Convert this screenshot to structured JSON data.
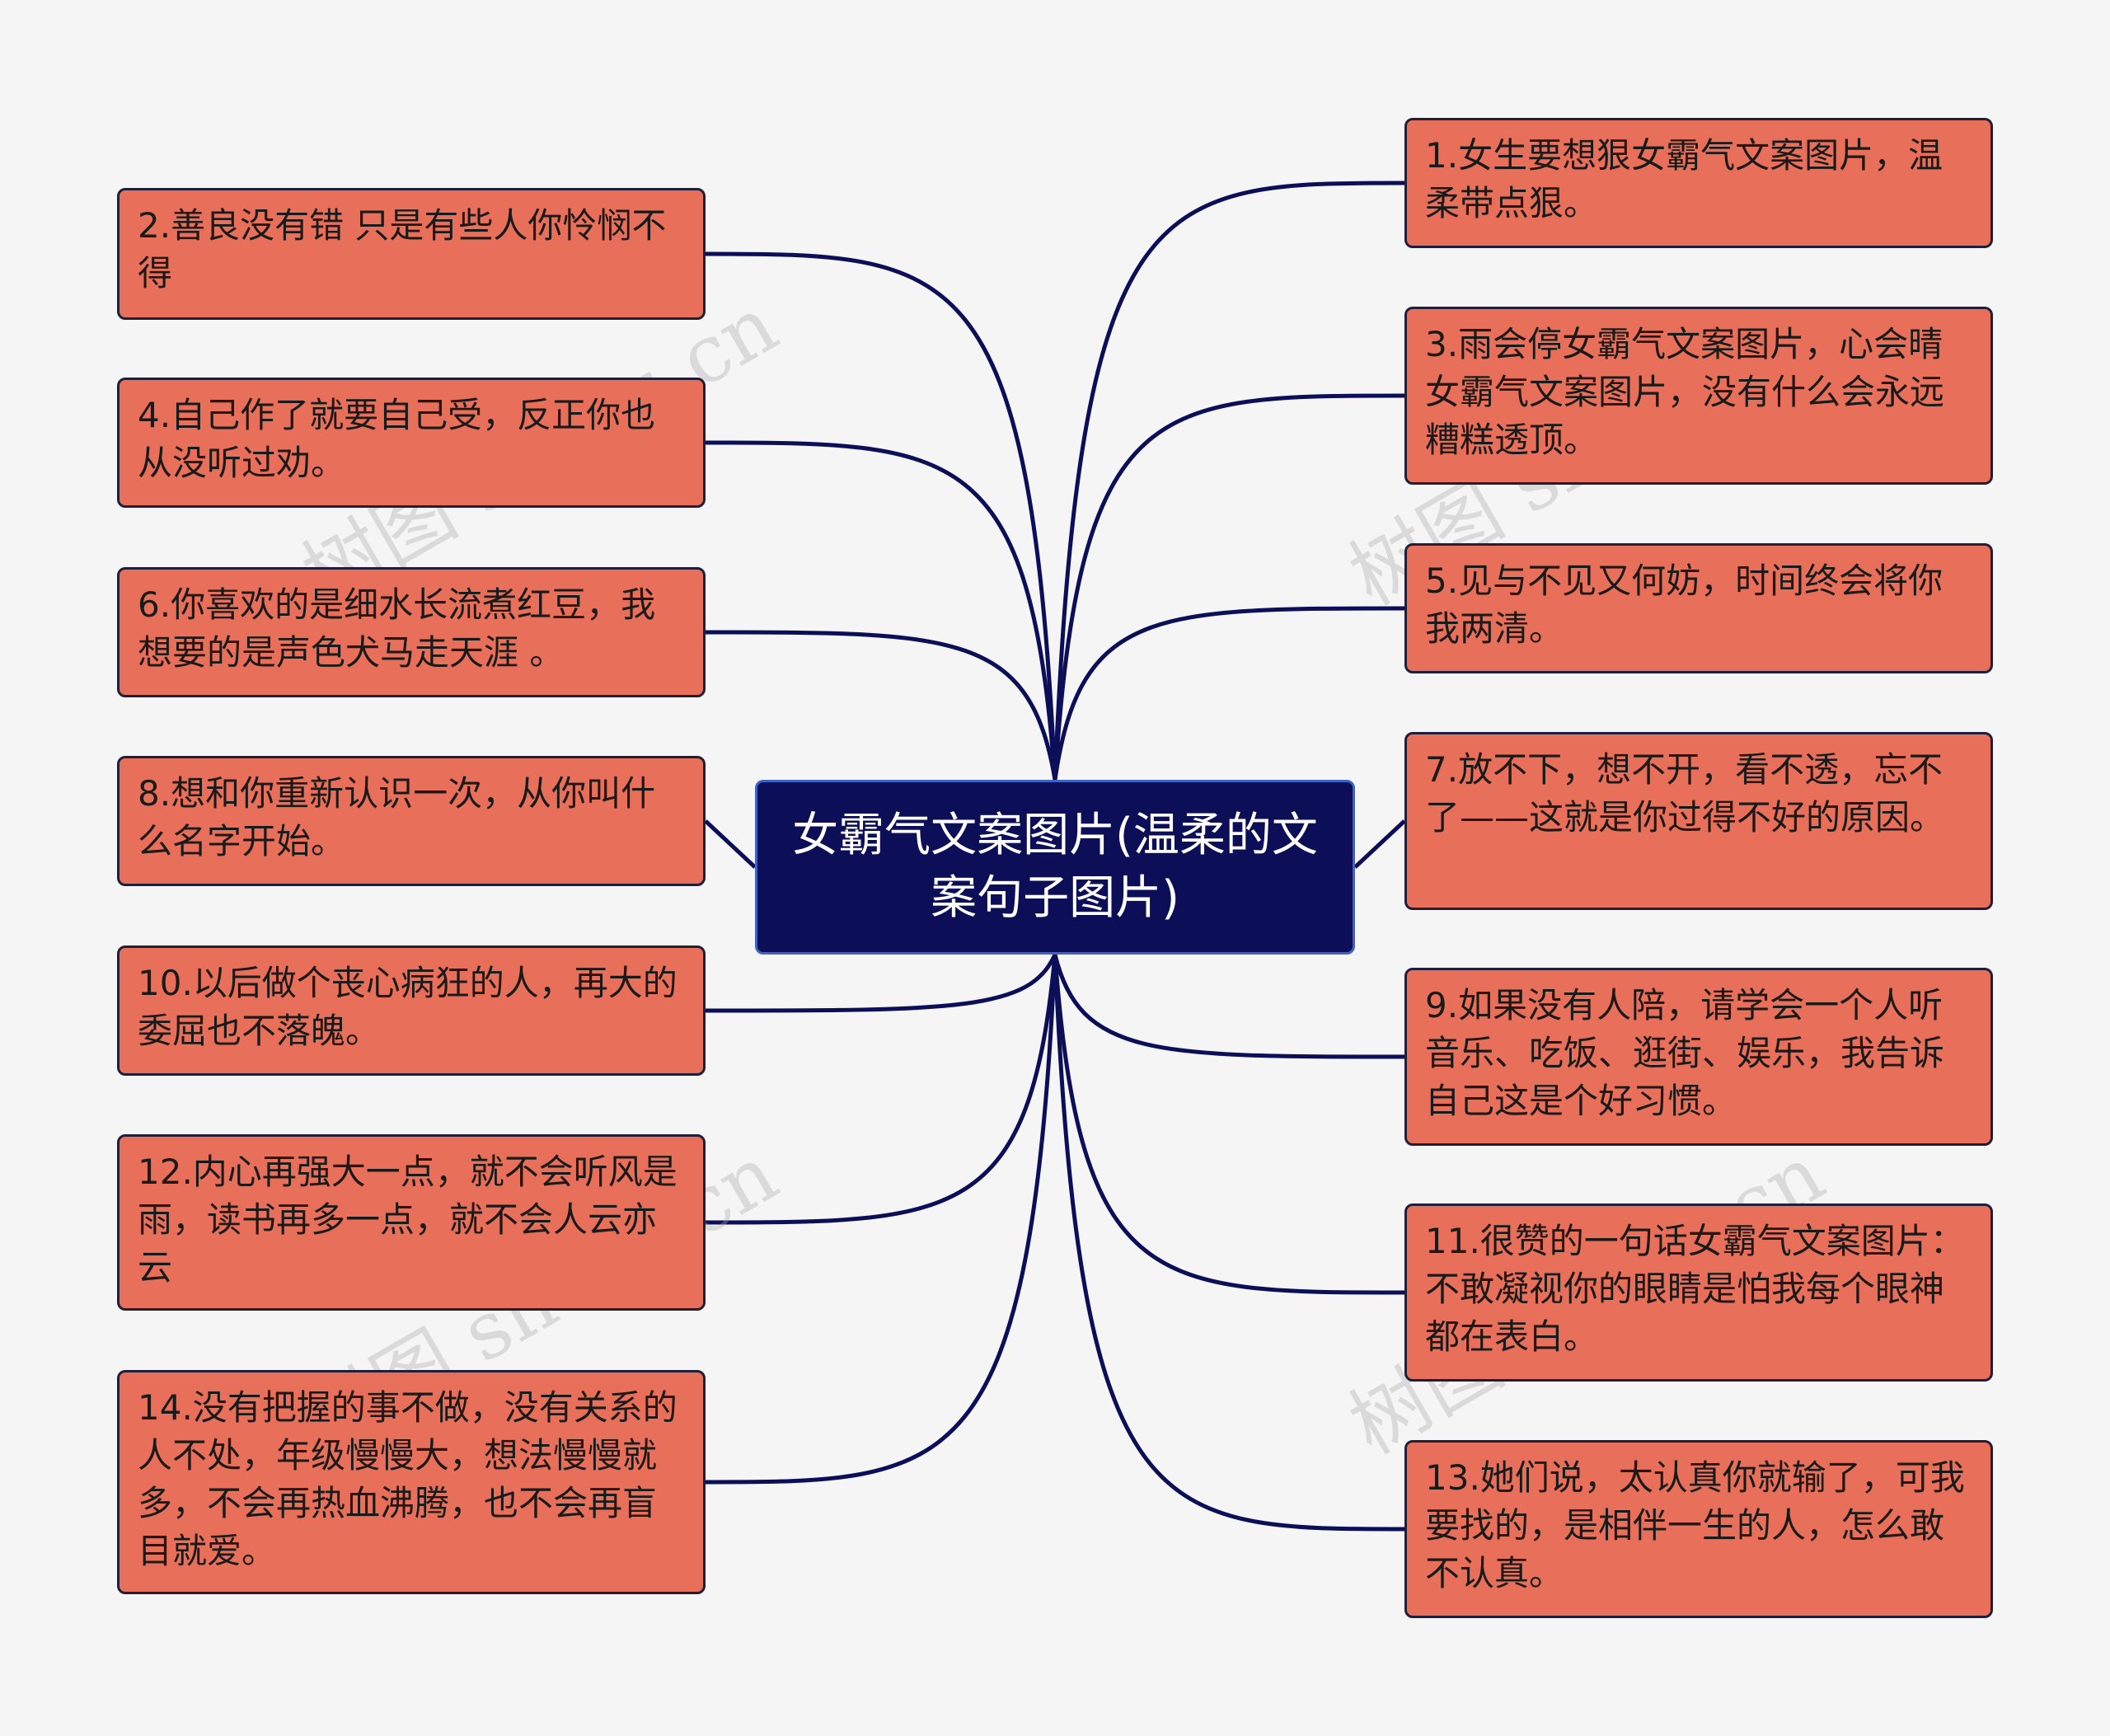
{
  "center": {
    "title": "女霸气文案图片(温柔的文案句子图片)"
  },
  "left_nodes": [
    "2.善良没有错 只是有些人你怜悯不得",
    "4.自己作了就要自己受，反正你也从没听过劝。",
    "6.你喜欢的是细水长流煮红豆，我想要的是声色犬马走天涯 。",
    "8.想和你重新认识一次，从你叫什么名字开始。",
    "10.以后做个丧心病狂的人，再大的委屈也不落魄。",
    "12.内心再强大一点，就不会听风是雨，读书再多一点，就不会人云亦云",
    "14.没有把握的事不做，没有关系的人不处，年级慢慢大，想法慢慢就多，不会再热血沸腾，也不会再盲目就爱。"
  ],
  "right_nodes": [
    "1.女生要想狠女霸气文案图片，温柔带点狠。",
    "3.雨会停女霸气文案图片，心会晴女霸气文案图片，没有什么会永远糟糕透顶。",
    "5.见与不见又何妨，时间终会将你我两清。",
    "7.放不下，想不开，看不透，忘不了——这就是你过得不好的原因。",
    "9.如果没有人陪，请学会一个人听音乐、吃饭、逛街、娱乐，我告诉自己这是个好习惯。",
    "11.很赞的一句话女霸气文案图片：不敢凝视你的眼睛是怕我每个眼神都在表白。",
    "13.她们说，太认真你就输了，可我要找的，是相伴一生的人，怎么敢不认真。"
  ],
  "watermarks": [
    "树图 shutu.cn",
    "树图 shutu.cn",
    "树图 shutu.cn",
    "树图 shutu.cn"
  ],
  "colors": {
    "background": "#f5f5f5",
    "node_fill": "#e8705a",
    "center_fill": "#0c0f57",
    "link": "#0c0f57"
  }
}
